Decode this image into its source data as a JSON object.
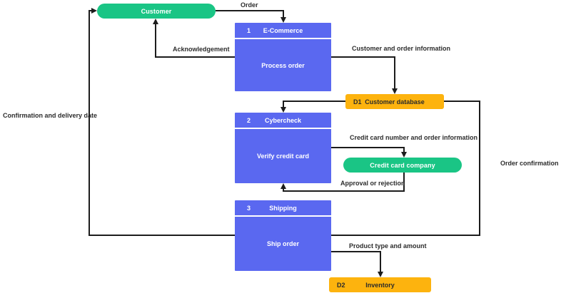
{
  "diagram": {
    "colors": {
      "process": "#5a68f0",
      "entity": "#1ac585",
      "datastore": "#fdb30e",
      "line": "#1c1c1c",
      "label_text": "#2d2d2d"
    },
    "entities": [
      {
        "label": "Customer"
      },
      {
        "label": "Credit card company"
      }
    ],
    "processes": [
      {
        "number": "1",
        "title": "E-Commerce",
        "body": "Process order"
      },
      {
        "number": "2",
        "title": "Cybercheck",
        "body": "Verify credit card"
      },
      {
        "number": "3",
        "title": "Shipping",
        "body": "Ship order"
      }
    ],
    "data_stores": [
      {
        "id": "D1",
        "label": "Customer database"
      },
      {
        "id": "D2",
        "label": "Inventory"
      }
    ],
    "flows": [
      {
        "label": "Order"
      },
      {
        "label": "Acknowledgement"
      },
      {
        "label": "Customer and order information"
      },
      {
        "label": "Confirmation and delivery date"
      },
      {
        "label": "Credit card number and order information"
      },
      {
        "label": "Approval or rejection"
      },
      {
        "label": "Order confirmation"
      },
      {
        "label": "Product type and amount"
      }
    ]
  }
}
